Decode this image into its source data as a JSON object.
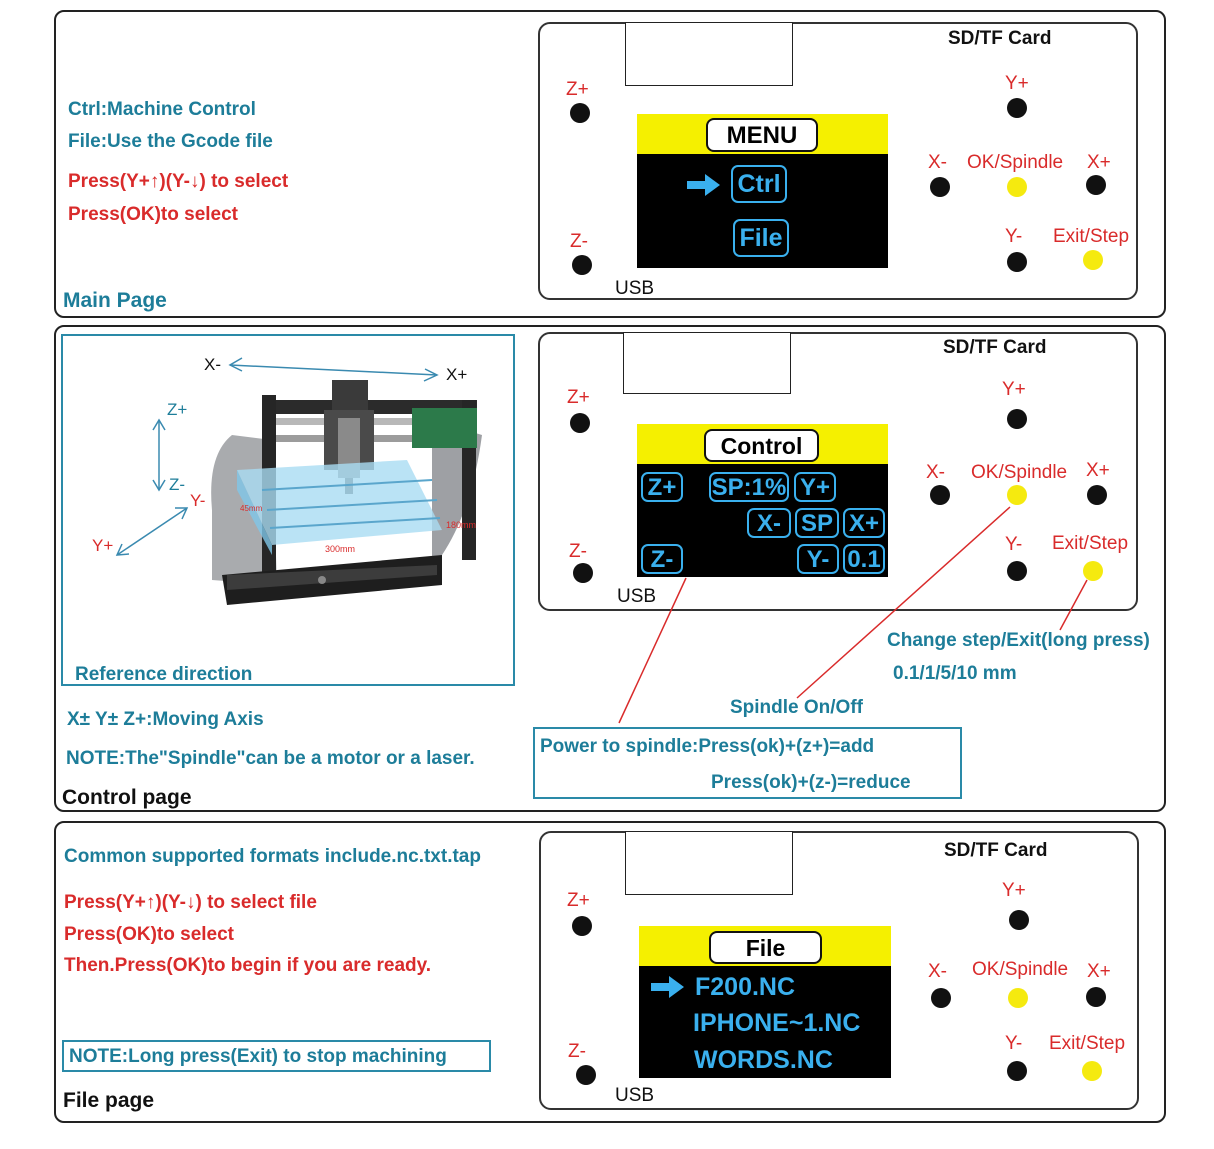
{
  "panel_labels": {
    "sd_card": "SD/TF Card",
    "z_plus": "Z+",
    "z_minus": "Z-",
    "y_plus": "Y+",
    "y_minus": "Y-",
    "x_minus": "X-",
    "x_plus": "X+",
    "ok_spindle": "OK/Spindle",
    "exit_step": "Exit/Step",
    "usb": "USB"
  },
  "main_page": {
    "title": "Main Page",
    "line1": "Ctrl:Machine Control",
    "line2": "File:Use the Gcode file",
    "line3": "Press(Y+↑)(Y-↓) to select",
    "line4": "Press(OK)to select",
    "screen_title": "MENU",
    "menu_items": [
      "Ctrl",
      "File"
    ]
  },
  "control_page": {
    "title": "Control page",
    "reference_label": "Reference direction",
    "axis_note": "X± Y± Z+:Moving Axis",
    "spindle_note": "NOTE:The\"Spindle\"can be a motor or a laser.",
    "screen_title": "Control",
    "buttons": {
      "z_plus": "Z+",
      "sp_pct": "SP:1%",
      "y_plus": "Y+",
      "x_minus": "X-",
      "sp": "SP",
      "x_plus": "X+",
      "z_minus": "Z-",
      "y_minus": "Y-",
      "step": "0.1"
    },
    "change_step": "Change step/Exit(long press)",
    "step_values": "0.1/1/5/10 mm",
    "spindle_onoff": "Spindle On/Off",
    "power_line1": "Power to spindle:Press(ok)+(z+)=add",
    "power_line2": "Press(ok)+(z-)=reduce",
    "machine": {
      "x_minus": "X-",
      "x_plus": "X+",
      "z_plus": "Z+",
      "z_minus": "Z-",
      "y_minus": "Y-",
      "y_plus": "Y+",
      "dim_300": "300mm",
      "dim_180": "180mm",
      "dim_45": "45mm"
    }
  },
  "file_page": {
    "title": "File page",
    "formats": "Common supported formats include.nc.txt.tap",
    "line1": "Press(Y+↑)(Y-↓) to select file",
    "line2": "Press(OK)to select",
    "line3": "Then.Press(OK)to begin if you are ready.",
    "note": "NOTE:Long press(Exit) to stop machining",
    "screen_title": "File",
    "files": [
      "F200.NC",
      "IPHONE~1.NC",
      "WORDS.NC"
    ]
  },
  "colors": {
    "red_text": "#d92b2b",
    "teal_text": "#1d7d99",
    "screen_blue": "#3ab0ee",
    "screen_yellow": "#f5f000",
    "ok_yellow": "#f5ea0f"
  }
}
